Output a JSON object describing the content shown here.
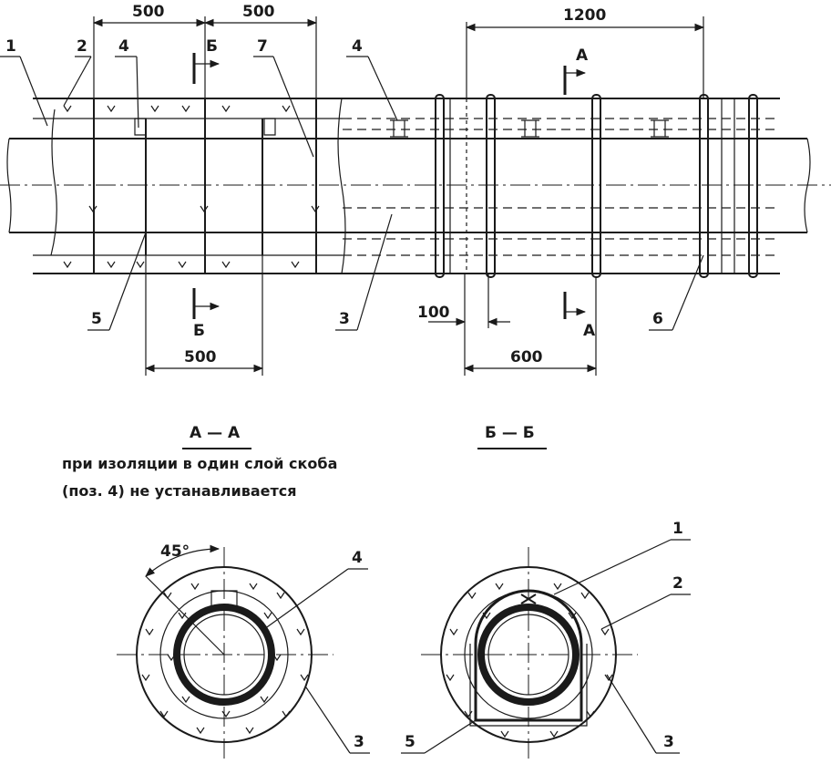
{
  "dimensions": {
    "top_left_1": "500",
    "top_left_2": "500",
    "top_right": "1200",
    "bottom_left": "500",
    "bottom_gap": "100",
    "bottom_right": "600"
  },
  "callouts": {
    "c1": "1",
    "c2": "2",
    "c4a": "4",
    "c7": "7",
    "c4b": "4",
    "c5": "5",
    "c3": "3",
    "c6": "6",
    "aa1": "1",
    "aa2": "2",
    "aa3": "3",
    "aa4": "4",
    "aa5": "5",
    "bb3": "3"
  },
  "section_marks": {
    "b_top": "Б",
    "b_bottom": "Б",
    "a_top": "А",
    "a_bottom": "А"
  },
  "sections": {
    "aa_title": "А — А",
    "bb_title": "Б — Б",
    "angle": "45°"
  },
  "note": {
    "line1": "при изоляции в один слой скоба",
    "line2": "(поз. 4) не устанавливается"
  }
}
